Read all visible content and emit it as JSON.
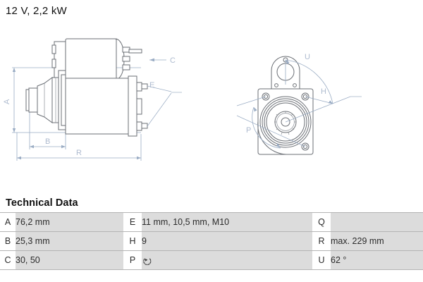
{
  "header": {
    "spec_title": "12 V, 2,2 kW"
  },
  "drawing": {
    "callouts": {
      "a": "A",
      "b": "B",
      "c": "C",
      "e": "E",
      "r": "R",
      "u": "U",
      "h": "H",
      "p": "P"
    },
    "colors": {
      "outline": "#6b6f75",
      "dimension": "#9aacc4",
      "label": "#aebbcf",
      "fill": "#ffffff"
    }
  },
  "tech": {
    "heading": "Technical Data",
    "rows": [
      {
        "k1": "A",
        "v1": "76,2 mm",
        "k2": "E",
        "v2": "11 mm, 10,5 mm, M10",
        "k3": "Q",
        "v3": ""
      },
      {
        "k1": "B",
        "v1": "25,3 mm",
        "k2": "H",
        "v2": "9",
        "k3": "R",
        "v3": "max. 229 mm"
      },
      {
        "k1": "C",
        "v1": "30, 50",
        "k2": "P",
        "v2": "",
        "k3": "U",
        "v3": "62 °"
      }
    ],
    "p_icon": "rotation-clockwise-icon"
  }
}
